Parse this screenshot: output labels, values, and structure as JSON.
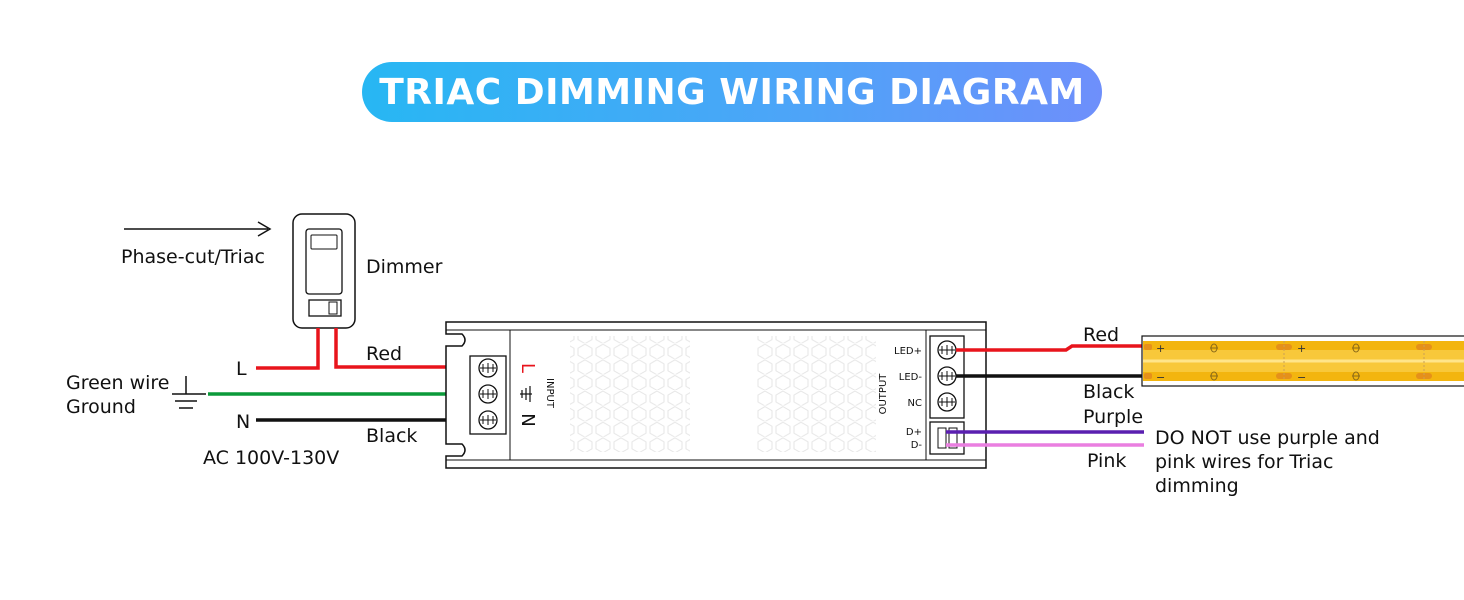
{
  "title": "TRIAC DIMMING WIRING DIAGRAM",
  "dimmer": {
    "arrow_label": "Phase-cut/Triac",
    "label": "Dimmer"
  },
  "input": {
    "line_label": "L",
    "neutral_label": "N",
    "ground_label_1": "Green wire",
    "ground_label_2": "Ground",
    "red_label": "Red",
    "black_label": "Black",
    "voltage_label": "AC 100V-130V"
  },
  "driver": {
    "input_text": "INPUT",
    "term_L": "L",
    "term_N": "N",
    "output_text": "OUTPUT",
    "out_1": "LED+",
    "out_2": "LED-",
    "out_3": "NC",
    "out_4": "D+",
    "out_5": "D-"
  },
  "output": {
    "red_label": "Red",
    "black_label": "Black",
    "purple_label": "Purple",
    "pink_label": "Pink",
    "note_1": "DO NOT use purple and",
    "note_2": "pink wires for Triac",
    "note_3": "dimming"
  },
  "strip": {
    "plus": "+",
    "minus": "−"
  },
  "colors": {
    "red": "#e8141c",
    "green": "#0b9a3a",
    "black": "#111111",
    "purple": "#5a1fb0",
    "pink": "#ea7ee0",
    "strip": "#f3b50f",
    "banner": "#27b7f3"
  },
  "icons": [
    "ground-icon",
    "arrow-right-icon",
    "screw-terminal-icon"
  ]
}
